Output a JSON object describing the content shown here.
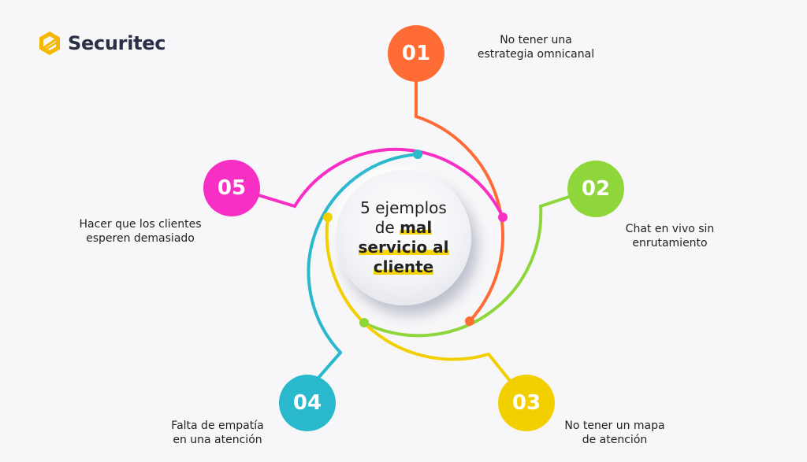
{
  "brand": {
    "name": "Securitec",
    "accent": "#f5b800"
  },
  "center": {
    "line1": "5 ejemplos",
    "line2_pre": "de ",
    "line2_hl": "mal",
    "line3": "servicio al",
    "line4": "cliente",
    "highlight_color": "#f5d50a"
  },
  "items": [
    {
      "number": "01",
      "label_l1": "No tener una",
      "label_l2": "estrategia omnicanal",
      "color": "#ff6b35"
    },
    {
      "number": "02",
      "label_l1": "Chat en vivo sin",
      "label_l2": "enrutamiento",
      "color": "#8fd63a"
    },
    {
      "number": "03",
      "label_l1": "No tener un mapa",
      "label_l2": "de atención",
      "color": "#f2cf00"
    },
    {
      "number": "04",
      "label_l1": "Falta de empatía",
      "label_l2": "en una atención",
      "color": "#2ab8cc"
    },
    {
      "number": "05",
      "label_l1": "Hacer que los clientes",
      "label_l2": "esperen demasiado",
      "color": "#f72fc5"
    }
  ]
}
